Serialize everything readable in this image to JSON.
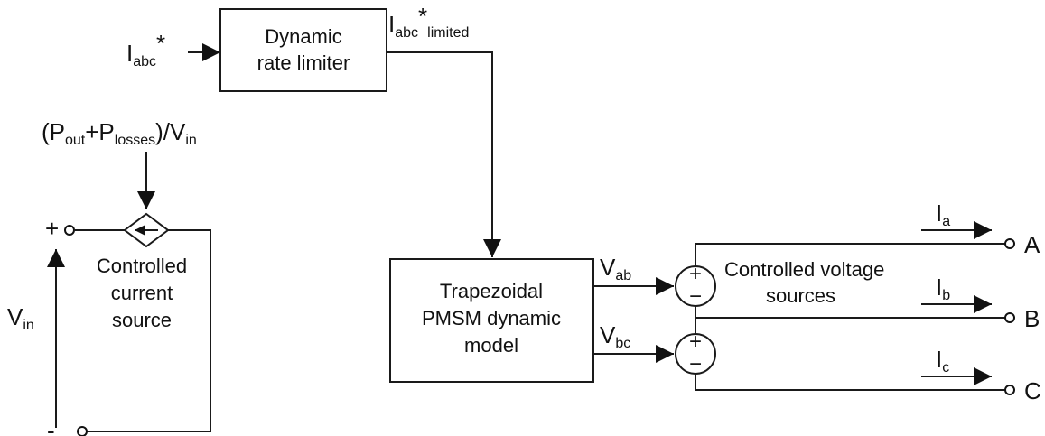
{
  "blocks": {
    "rate_limiter": {
      "line1": "Dynamic",
      "line2": "rate limiter"
    },
    "pmsm_model": {
      "line1": "Trapezoidal",
      "line2": "PMSM dynamic",
      "line3": "model"
    }
  },
  "signals": {
    "input_current": {
      "base": "I",
      "sub": "abc",
      "sup": "*"
    },
    "limited_current": {
      "base": "I",
      "sub": "abc",
      "sup": "*",
      "sub2": "limited"
    },
    "source_control": {
      "p1": "(P",
      "sub1": "out",
      "p2": "+P",
      "sub2": "losses",
      "p3": ")/V",
      "sub3": "in"
    },
    "vab": {
      "base": "V",
      "sub": "ab"
    },
    "vbc": {
      "base": "V",
      "sub": "bc"
    },
    "vin": {
      "base": "V",
      "sub": "in"
    },
    "ia": {
      "base": "I",
      "sub": "a"
    },
    "ib": {
      "base": "I",
      "sub": "b"
    },
    "ic": {
      "base": "I",
      "sub": "c"
    }
  },
  "labels": {
    "current_source": {
      "line1": "Controlled",
      "line2": "current",
      "line3": "source"
    },
    "voltage_sources": {
      "line1": "Controlled voltage",
      "line2": "sources"
    },
    "plus_terminal": "+",
    "minus_terminal": "-",
    "vs_plus": "+",
    "vs_minus": "−",
    "phase_a": "A",
    "phase_b": "B",
    "phase_c": "C"
  }
}
